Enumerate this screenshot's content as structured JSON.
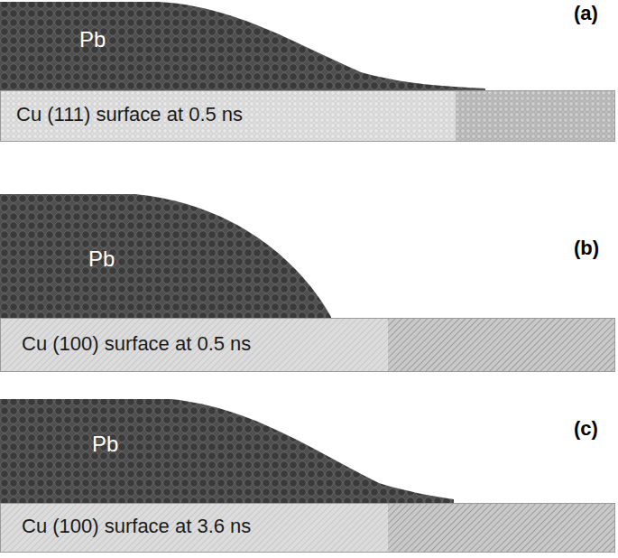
{
  "diagram": {
    "nodes": [
      {
        "text": [
          "Pb"
        ]
      },
      {
        "text": [
          "Cu (111) surface at 0.5 ns"
        ]
      },
      {
        "text": [
          "Pb"
        ]
      },
      {
        "text": [
          "Cu (100) surface at 0.5 ns"
        ]
      },
      {
        "text": [
          "Pb"
        ]
      },
      {
        "text": [
          "Cu (100) surface at 3.6 ns"
        ]
      }
    ],
    "labels": [
      "(a)",
      "(b)",
      "(c)"
    ]
  }
}
